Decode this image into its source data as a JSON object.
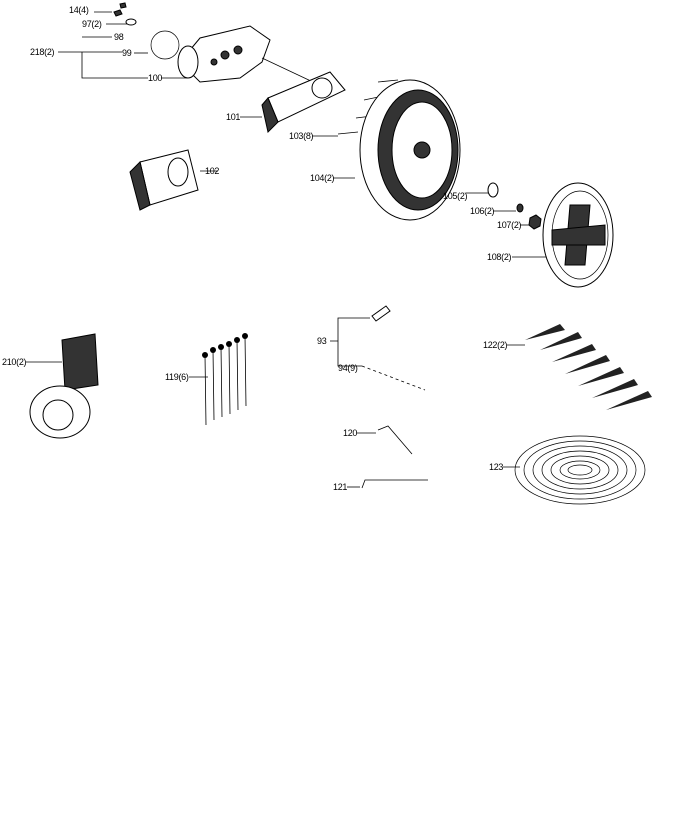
{
  "diagram": {
    "type": "exploded-parts-diagram",
    "labels": {
      "p14": "14(4)",
      "p97": "97(2)",
      "p98": "98",
      "p218": "218(2)",
      "p99": "99",
      "p100": "100",
      "p101": "101",
      "p103": "103(8)",
      "p102": "102",
      "p104": "104(2)",
      "p105": "105(2)",
      "p106": "106(2)",
      "p107": "107(2)",
      "p108": "108(2)",
      "p93": "93",
      "p94": "94(9)",
      "p122": "122(2)",
      "p210": "210(2)",
      "p119": "119(6)",
      "p120": "120",
      "p121": "121",
      "p123": "123"
    }
  }
}
